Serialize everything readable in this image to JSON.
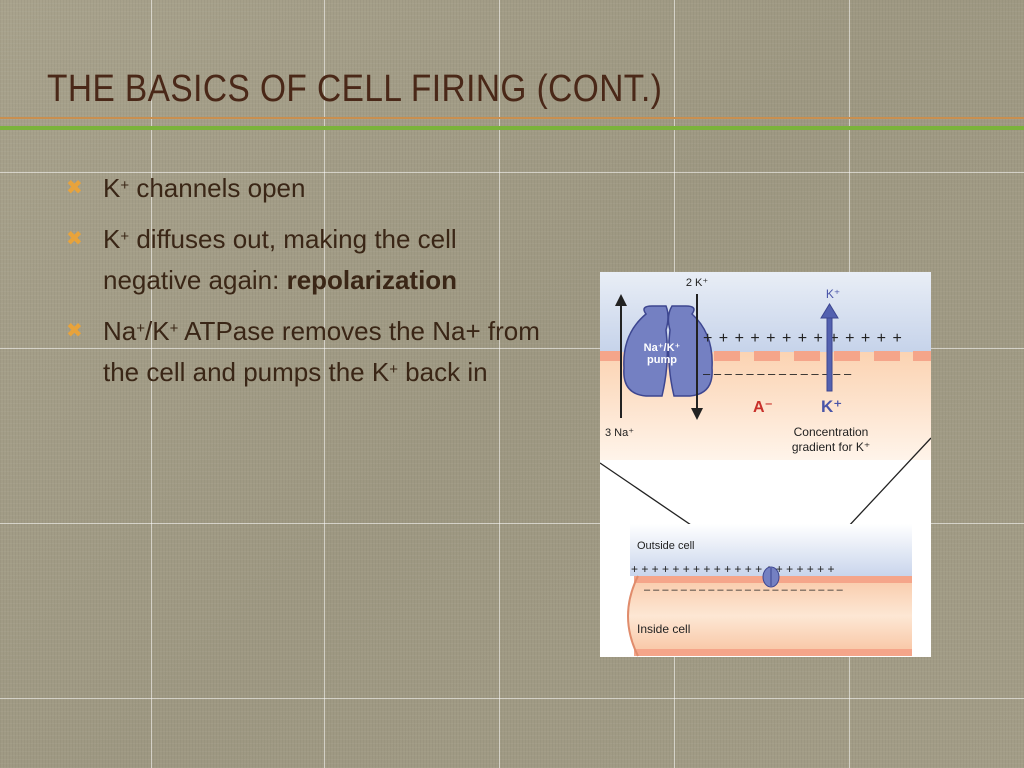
{
  "slide": {
    "title": "THE BASICS OF CELL FIRING (CONT.)",
    "bullet_marker": "✖",
    "bullets": [
      {
        "part1": "K",
        "sup1": "+",
        "part2": " channels open"
      },
      {
        "part1": "K",
        "sup1": "+",
        "part2": " diffuses out, making the cell negative again: ",
        "bold": "repolarization"
      },
      {
        "part1": "Na",
        "sup1": "+",
        "part2": "/K",
        "sup2": "+",
        "part3": " ATPase removes the Na+ from the cell and pumps the K",
        "sup3": "+",
        "part4": " back in"
      }
    ]
  },
  "figure": {
    "labels": {
      "two_k": "2 K⁺",
      "three_na": "3 Na⁺",
      "pump_line1": "Na⁺/K⁺",
      "pump_line2": "pump",
      "k_top": "K⁺",
      "anion": "A⁻",
      "k_mid": "K⁺",
      "gradient_line1": "Concentration",
      "gradient_line2": "gradient for K⁺",
      "outside": "Outside cell",
      "inside": "Inside cell",
      "plus_top": "+ + + + + + + + + + + + +",
      "minus_top": "– – – – – – – – – – – – – –",
      "plus_bottom": "+ + + + + + + + + + + + + + + + + + + +",
      "minus_bottom": "– – – – – – – – – – – – – – – – – – – – – –"
    },
    "colors": {
      "outside_blue": "#c6d3ea",
      "inside_peach": "#fbd5b6",
      "membrane": "#f5a58a",
      "pump": "#7480c2",
      "k_label": "#4a55a8",
      "anion_label": "#c8302a"
    }
  },
  "theme": {
    "title_color": "#4a2818",
    "accent_orange": "#e8a33b",
    "rule_green": "#7bb33b"
  }
}
